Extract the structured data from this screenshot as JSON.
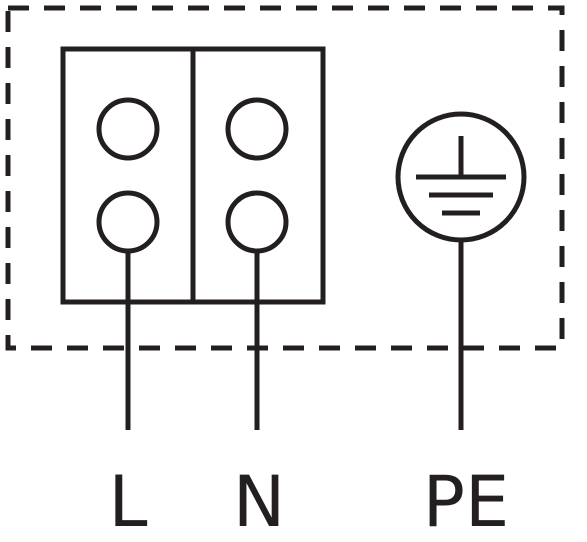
{
  "diagram": {
    "ink_color": "#231f20",
    "background_color": "#ffffff",
    "enclosure_border": "dashed",
    "terminals": {
      "line": "L",
      "neutral": "N",
      "protective_earth": "PE"
    },
    "icons": [
      "terminal-block",
      "screw-terminal",
      "ground-icon"
    ]
  }
}
